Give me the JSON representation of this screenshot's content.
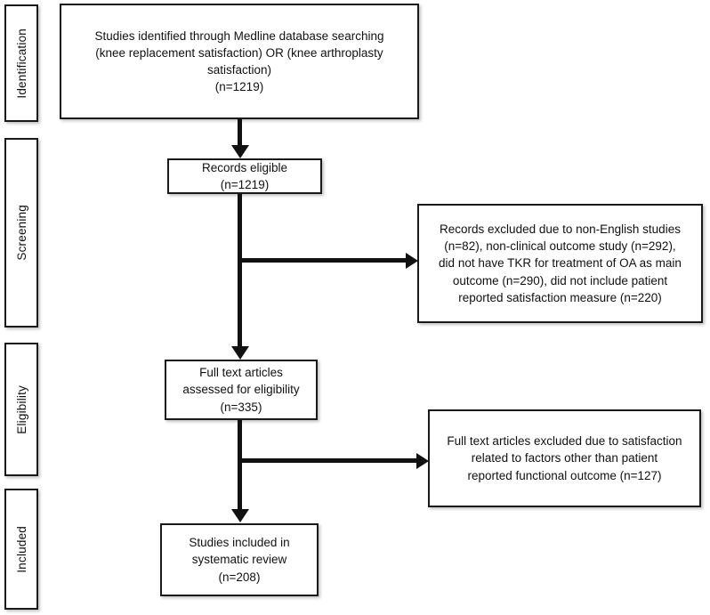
{
  "diagram": {
    "type": "prisma-flow-diagram",
    "title": "PRISMA study selection flow diagram",
    "background_color": "#ffffff",
    "line_color": "#111111",
    "border_color": "#1a1a1a"
  },
  "stages": [
    {
      "id": "identification",
      "label": "Identification"
    },
    {
      "id": "screening",
      "label": "Screening"
    },
    {
      "id": "eligibility",
      "label": "Eligibility"
    },
    {
      "id": "included",
      "label": "Included"
    }
  ],
  "boxes": {
    "identified": {
      "id": "records-identified",
      "text": "Studies identified through Medline database searching\n(knee replacement satisfaction) OR (knee arthroplasty\nsatisfaction)\n(n=1219)",
      "count": 1219
    },
    "eligible": {
      "id": "records-eligible",
      "text": "Records eligible\n(n=1219)",
      "count": 1219
    },
    "records_excluded": {
      "id": "records-excluded",
      "text": "Records excluded due to non-English studies\n(n=82), non-clinical outcome study (n=292),\ndid not have TKR for treatment of OA as main\noutcome (n=290), did not include patient\nreported satisfaction measure (n=220)",
      "reasons": [
        {
          "reason": "non-English studies",
          "count": 82
        },
        {
          "reason": "non-clinical outcome study",
          "count": 292
        },
        {
          "reason": "did not have TKR for treatment of OA as main outcome",
          "count": 290
        },
        {
          "reason": "did not include patient reported satisfaction measure",
          "count": 220
        }
      ]
    },
    "fulltext_assessed": {
      "id": "fulltext-assessed",
      "text": "Full text articles\nassessed for eligibility\n(n=335)",
      "count": 335
    },
    "fulltext_excluded": {
      "id": "fulltext-excluded",
      "text": "Full text articles excluded due to satisfaction\nrelated to factors other than patient\nreported functional outcome (n=127)",
      "count": 127
    },
    "included": {
      "id": "studies-included",
      "text": "Studies included in\nsystematic review\n(n=208)",
      "count": 208
    }
  }
}
